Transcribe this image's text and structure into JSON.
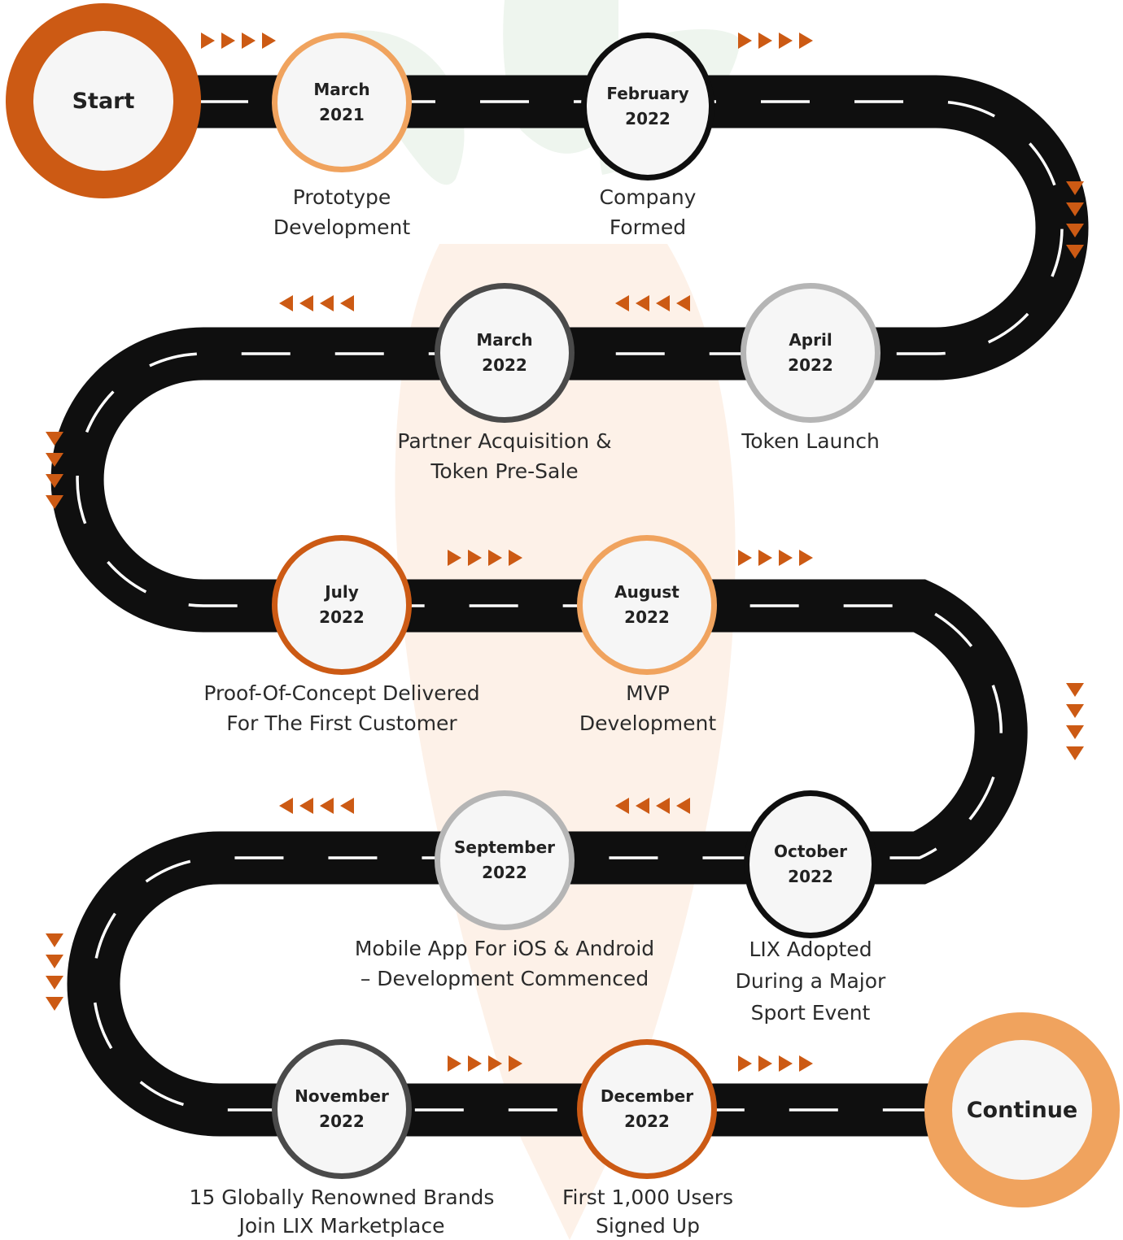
{
  "colors": {
    "road": "#0f0f0f",
    "lane": "#ffffff",
    "arrow": "#cc5a14",
    "dark_orange": "#cc5a14",
    "light_orange": "#f0a35e",
    "black": "#0f0f0f",
    "dark_gray": "#4a4a4a",
    "light_gray": "#b5b5b5",
    "circle_fill": "#f6f6f6",
    "watermark_green": "#eef5ee",
    "watermark_peach": "#fdf1e8"
  },
  "start": {
    "label": "Start",
    "ring": "dark_orange"
  },
  "continue": {
    "label": "Continue",
    "ring": "light_orange"
  },
  "milestones": [
    {
      "month": "March",
      "year": "2021",
      "ring": "light_orange",
      "caption": [
        "Prototype",
        "Development"
      ]
    },
    {
      "month": "February",
      "year": "2022",
      "ring": "black",
      "caption": [
        "Company",
        "Formed"
      ]
    },
    {
      "month": "April",
      "year": "2022",
      "ring": "light_gray",
      "caption": [
        "Token Launch"
      ]
    },
    {
      "month": "March",
      "year": "2022",
      "ring": "dark_gray",
      "caption": [
        "Partner Acquisition &",
        "Token Pre-Sale"
      ]
    },
    {
      "month": "July",
      "year": "2022",
      "ring": "dark_orange",
      "caption": [
        "Proof-Of-Concept Delivered",
        "For The First Customer"
      ]
    },
    {
      "month": "August",
      "year": "2022",
      "ring": "light_orange",
      "caption": [
        "MVP",
        "Development"
      ]
    },
    {
      "month": "October",
      "year": "2022",
      "ring": "black",
      "caption": [
        "LIX Adopted",
        "During a Major",
        "Sport Event"
      ]
    },
    {
      "month": "September",
      "year": "2022",
      "ring": "light_gray",
      "caption": [
        "Mobile App For iOS & Android",
        "– Development Commenced"
      ]
    },
    {
      "month": "November",
      "year": "2022",
      "ring": "dark_gray",
      "caption": [
        "15 Globally Renowned Brands",
        "Join LIX Marketplace"
      ]
    },
    {
      "month": "December",
      "year": "2022",
      "ring": "dark_orange",
      "caption": [
        "First 1,000 Users",
        "Signed Up"
      ]
    }
  ],
  "direction_arrows": [
    {
      "direction": "right"
    },
    {
      "direction": "right"
    },
    {
      "direction": "down"
    },
    {
      "direction": "left"
    },
    {
      "direction": "left"
    },
    {
      "direction": "down"
    },
    {
      "direction": "right"
    },
    {
      "direction": "right"
    },
    {
      "direction": "down"
    },
    {
      "direction": "left"
    },
    {
      "direction": "left"
    },
    {
      "direction": "down"
    },
    {
      "direction": "right"
    },
    {
      "direction": "right"
    }
  ]
}
